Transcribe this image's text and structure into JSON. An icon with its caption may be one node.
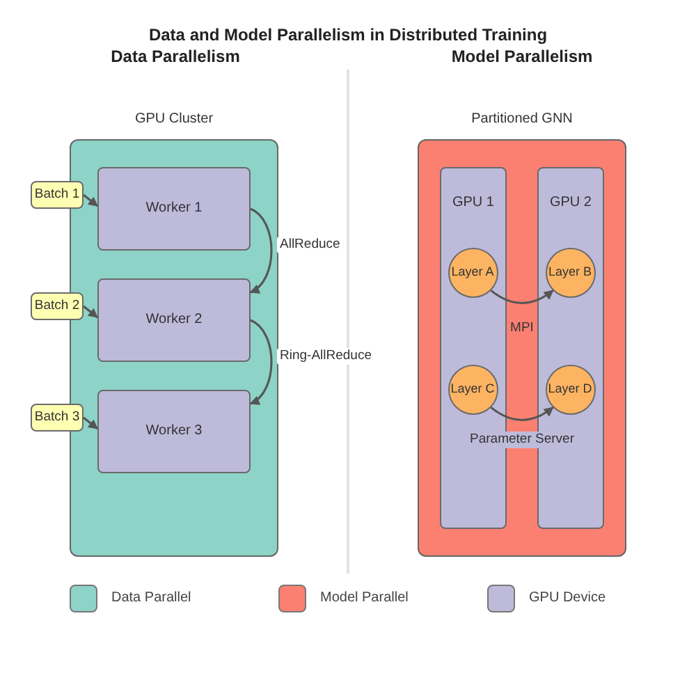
{
  "diagram": {
    "title": "Data and Model Parallelism in Distributed Training",
    "nodes": [
      {
        "text": [
          "GPU Cluster"
        ]
      },
      {
        "text": [
          "Worker 1"
        ],
        "in": 0
      },
      {
        "text": [
          "Worker 2"
        ],
        "in": 0
      },
      {
        "text": [
          "Worker 3"
        ],
        "in": 0
      },
      {
        "text": [
          "Batch 1"
        ]
      },
      {
        "text": [
          "Batch 2"
        ]
      },
      {
        "text": [
          "Batch 3"
        ]
      },
      {
        "text": [
          "Partitioned GNN"
        ]
      },
      {
        "text": [
          "GPU 1"
        ],
        "in": 7
      },
      {
        "text": [
          "GPU 2"
        ],
        "in": 7
      },
      {
        "text": [
          "Layer A"
        ],
        "in": 8
      },
      {
        "text": [
          "Layer B"
        ],
        "in": 9
      },
      {
        "text": [
          "Layer C"
        ],
        "in": 8
      },
      {
        "text": [
          "Layer D"
        ],
        "in": 9
      }
    ],
    "edges": [
      {
        "from": 4,
        "to": 1,
        "arrow": "to"
      },
      {
        "from": 5,
        "to": 2,
        "arrow": "to"
      },
      {
        "from": 6,
        "to": 3,
        "arrow": "to"
      },
      {
        "from": 1,
        "to": 2,
        "arrow": "to",
        "label": "AllReduce"
      },
      {
        "from": 2,
        "to": 3,
        "arrow": "to",
        "label": "Ring-AllReduce"
      },
      {
        "from": 10,
        "to": 11,
        "arrow": "to",
        "label": "MPI"
      },
      {
        "from": 12,
        "to": 13,
        "arrow": "to",
        "label": "Parameter Server"
      }
    ],
    "labels": [
      "Data Parallelism",
      "Model Parallelism"
    ],
    "legend": [
      {
        "text": "Data Parallel",
        "color": "#8dd3c7"
      },
      {
        "text": "Model Parallel",
        "color": "#fb8072"
      },
      {
        "text": "GPU Device",
        "color": "#bebada"
      }
    ]
  }
}
